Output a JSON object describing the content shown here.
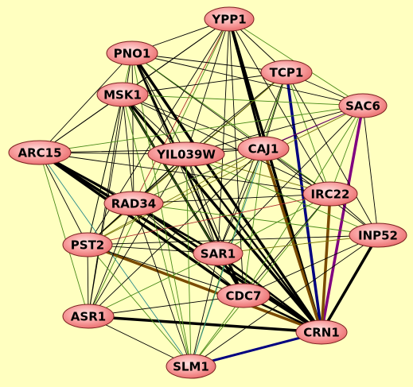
{
  "colors": {
    "background": "#ffffc0",
    "node_fill_center": "#ffd8d8",
    "node_fill_edge": "#f07878",
    "node_stroke": "#7a2020",
    "edge_default": "#000000",
    "edge_green": "#4a8a1a",
    "edge_olive": "#7a7a10",
    "edge_teal": "#2a8a8a",
    "edge_red": "#b03030",
    "edge_purple": "#800080",
    "edge_blue": "#000080",
    "edge_brown": "#7a4a00"
  },
  "nodes": [
    {
      "id": "YPP1",
      "label": "YPP1"
    },
    {
      "id": "PNO1",
      "label": "PNO1"
    },
    {
      "id": "TCP1",
      "label": "TCP1"
    },
    {
      "id": "MSK1",
      "label": "MSK1"
    },
    {
      "id": "SAC6",
      "label": "SAC6"
    },
    {
      "id": "ARC15",
      "label": "ARC15"
    },
    {
      "id": "YIL039W",
      "label": "YIL039W"
    },
    {
      "id": "CAJ1",
      "label": "CAJ1"
    },
    {
      "id": "IRC22",
      "label": "IRC22"
    },
    {
      "id": "RAD34",
      "label": "RAD34"
    },
    {
      "id": "INP52",
      "label": "INP52"
    },
    {
      "id": "PST2",
      "label": "PST2"
    },
    {
      "id": "SAR1",
      "label": "SAR1"
    },
    {
      "id": "CDC7",
      "label": "CDC7"
    },
    {
      "id": "ASR1",
      "label": "ASR1"
    },
    {
      "id": "CRN1",
      "label": "CRN1"
    },
    {
      "id": "SLM1",
      "label": "SLM1"
    }
  ],
  "edges": [
    {
      "source": "YPP1",
      "target": "CRN1",
      "weight": 3,
      "color": "edge_default"
    },
    {
      "source": "PNO1",
      "target": "CRN1",
      "weight": 3,
      "color": "edge_default"
    },
    {
      "source": "MSK1",
      "target": "CRN1",
      "weight": 3,
      "color": "edge_default"
    },
    {
      "source": "ARC15",
      "target": "CRN1",
      "weight": 3,
      "color": "edge_default"
    },
    {
      "source": "ARC15",
      "target": "CDC7",
      "weight": 3,
      "color": "edge_default"
    },
    {
      "source": "ASR1",
      "target": "CRN1",
      "weight": 3,
      "color": "edge_default"
    },
    {
      "source": "INP52",
      "target": "CRN1",
      "weight": 3,
      "color": "edge_default"
    },
    {
      "source": "TCP1",
      "target": "CRN1",
      "weight": 3,
      "color": "edge_blue"
    },
    {
      "source": "SAC6",
      "target": "CRN1",
      "weight": 3,
      "color": "edge_purple"
    },
    {
      "source": "IRC22",
      "target": "CRN1",
      "weight": 3,
      "color": "edge_brown"
    },
    {
      "source": "PST2",
      "target": "CRN1",
      "weight": 3,
      "color": "edge_brown"
    },
    {
      "source": "CAJ1",
      "target": "CRN1",
      "weight": 3,
      "color": "edge_brown"
    },
    {
      "source": "SLM1",
      "target": "CRN1",
      "weight": 2.5,
      "color": "edge_blue"
    },
    {
      "source": "YPP1",
      "target": "CAJ1",
      "weight": 2.5,
      "color": "edge_default"
    },
    {
      "source": "MSK1",
      "target": "CDC7",
      "weight": 2.5,
      "color": "edge_default"
    },
    {
      "source": "RAD34",
      "target": "CRN1",
      "weight": 2.5,
      "color": "edge_default"
    },
    {
      "source": "YIL039W",
      "target": "CRN1",
      "weight": 2,
      "color": "edge_default"
    },
    {
      "source": "ARC15",
      "target": "SAR1",
      "weight": 2,
      "color": "edge_default"
    },
    {
      "source": "PNO1",
      "target": "CDC7",
      "weight": 2,
      "color": "edge_default"
    },
    {
      "source": "SAR1",
      "target": "CRN1",
      "weight": 2,
      "color": "edge_default"
    },
    {
      "source": "CDC7",
      "target": "CRN1",
      "weight": 2,
      "color": "edge_default"
    },
    {
      "source": "YPP1",
      "target": "PNO1",
      "weight": 1,
      "color": "edge_default"
    },
    {
      "source": "YPP1",
      "target": "TCP1",
      "weight": 1,
      "color": "edge_default"
    },
    {
      "source": "YPP1",
      "target": "MSK1",
      "weight": 1,
      "color": "edge_default"
    },
    {
      "source": "YPP1",
      "target": "SAC6",
      "weight": 1,
      "color": "edge_green"
    },
    {
      "source": "YPP1",
      "target": "ARC15",
      "weight": 1,
      "color": "edge_default"
    },
    {
      "source": "YPP1",
      "target": "YIL039W",
      "weight": 1,
      "color": "edge_default"
    },
    {
      "source": "YPP1",
      "target": "RAD34",
      "weight": 1,
      "color": "edge_red"
    },
    {
      "source": "YPP1",
      "target": "SAR1",
      "weight": 1,
      "color": "edge_default"
    },
    {
      "source": "YPP1",
      "target": "IRC22",
      "weight": 1,
      "color": "edge_default"
    },
    {
      "source": "YPP1",
      "target": "PST2",
      "weight": 1,
      "color": "edge_default"
    },
    {
      "source": "YPP1",
      "target": "CDC7",
      "weight": 1,
      "color": "edge_default"
    },
    {
      "source": "YPP1",
      "target": "ASR1",
      "weight": 1,
      "color": "edge_green"
    },
    {
      "source": "PNO1",
      "target": "TCP1",
      "weight": 1,
      "color": "edge_default"
    },
    {
      "source": "PNO1",
      "target": "SAC6",
      "weight": 1,
      "color": "edge_default"
    },
    {
      "source": "PNO1",
      "target": "ARC15",
      "weight": 1,
      "color": "edge_default"
    },
    {
      "source": "PNO1",
      "target": "CAJ1",
      "weight": 1,
      "color": "edge_default"
    },
    {
      "source": "PNO1",
      "target": "IRC22",
      "weight": 1,
      "color": "edge_green"
    },
    {
      "source": "PNO1",
      "target": "YIL039W",
      "weight": 1,
      "color": "edge_default"
    },
    {
      "source": "PNO1",
      "target": "RAD34",
      "weight": 1,
      "color": "edge_default"
    },
    {
      "source": "PNO1",
      "target": "SAR1",
      "weight": 1,
      "color": "edge_default"
    },
    {
      "source": "PNO1",
      "target": "PST2",
      "weight": 1,
      "color": "edge_green"
    },
    {
      "source": "PNO1",
      "target": "ASR1",
      "weight": 1,
      "color": "edge_default"
    },
    {
      "source": "PNO1",
      "target": "SLM1",
      "weight": 1,
      "color": "edge_green"
    },
    {
      "source": "TCP1",
      "target": "MSK1",
      "weight": 1,
      "color": "edge_default"
    },
    {
      "source": "TCP1",
      "target": "SAC6",
      "weight": 1,
      "color": "edge_default"
    },
    {
      "source": "TCP1",
      "target": "CAJ1",
      "weight": 1,
      "color": "edge_default"
    },
    {
      "source": "TCP1",
      "target": "YIL039W",
      "weight": 1,
      "color": "edge_default"
    },
    {
      "source": "TCP1",
      "target": "RAD34",
      "weight": 1,
      "color": "edge_default"
    },
    {
      "source": "TCP1",
      "target": "IRC22",
      "weight": 1,
      "color": "edge_green"
    },
    {
      "source": "TCP1",
      "target": "INP52",
      "weight": 1,
      "color": "edge_default"
    },
    {
      "source": "TCP1",
      "target": "PST2",
      "weight": 1,
      "color": "edge_olive"
    },
    {
      "source": "TCP1",
      "target": "SAR1",
      "weight": 1,
      "color": "edge_default"
    },
    {
      "source": "TCP1",
      "target": "SLM1",
      "weight": 1,
      "color": "edge_green"
    },
    {
      "source": "MSK1",
      "target": "SAC6",
      "weight": 1,
      "color": "edge_green"
    },
    {
      "source": "MSK1",
      "target": "ARC15",
      "weight": 1,
      "color": "edge_default"
    },
    {
      "source": "MSK1",
      "target": "CAJ1",
      "weight": 1,
      "color": "edge_default"
    },
    {
      "source": "MSK1",
      "target": "YIL039W",
      "weight": 1,
      "color": "edge_default"
    },
    {
      "source": "MSK1",
      "target": "RAD34",
      "weight": 1,
      "color": "edge_default"
    },
    {
      "source": "MSK1",
      "target": "PST2",
      "weight": 1,
      "color": "edge_default"
    },
    {
      "source": "MSK1",
      "target": "SAR1",
      "weight": 1,
      "color": "edge_green"
    },
    {
      "source": "MSK1",
      "target": "ASR1",
      "weight": 1,
      "color": "edge_default"
    },
    {
      "source": "MSK1",
      "target": "SLM1",
      "weight": 1,
      "color": "edge_green"
    },
    {
      "source": "MSK1",
      "target": "IRC22",
      "weight": 1,
      "color": "edge_default"
    },
    {
      "source": "SAC6",
      "target": "ARC15",
      "weight": 1,
      "color": "edge_green"
    },
    {
      "source": "SAC6",
      "target": "YIL039W",
      "weight": 1,
      "color": "edge_default"
    },
    {
      "source": "SAC6",
      "target": "CAJ1",
      "weight": 1,
      "color": "edge_default"
    },
    {
      "source": "SAC6",
      "target": "RAD34",
      "weight": 1,
      "color": "edge_purple"
    },
    {
      "source": "SAC6",
      "target": "INP52",
      "weight": 1,
      "color": "edge_default"
    },
    {
      "source": "SAC6",
      "target": "SAR1",
      "weight": 1,
      "color": "edge_default"
    },
    {
      "source": "SAC6",
      "target": "CDC7",
      "weight": 1,
      "color": "edge_green"
    },
    {
      "source": "SAC6",
      "target": "IRC22",
      "weight": 1,
      "color": "edge_green"
    },
    {
      "source": "SAC6",
      "target": "PST2",
      "weight": 1,
      "color": "edge_olive"
    },
    {
      "source": "ARC15",
      "target": "YIL039W",
      "weight": 1,
      "color": "edge_default"
    },
    {
      "source": "ARC15",
      "target": "CAJ1",
      "weight": 1,
      "color": "edge_default"
    },
    {
      "source": "ARC15",
      "target": "RAD34",
      "weight": 1,
      "color": "edge_default"
    },
    {
      "source": "ARC15",
      "target": "PST2",
      "weight": 1,
      "color": "edge_default"
    },
    {
      "source": "ARC15",
      "target": "IRC22",
      "weight": 1,
      "color": "edge_default"
    },
    {
      "source": "ARC15",
      "target": "ASR1",
      "weight": 1,
      "color": "edge_green"
    },
    {
      "source": "ARC15",
      "target": "SLM1",
      "weight": 1,
      "color": "edge_teal"
    },
    {
      "source": "YIL039W",
      "target": "CAJ1",
      "weight": 1,
      "color": "edge_default"
    },
    {
      "source": "YIL039W",
      "target": "RAD34",
      "weight": 1,
      "color": "edge_default"
    },
    {
      "source": "YIL039W",
      "target": "PST2",
      "weight": 1,
      "color": "edge_default"
    },
    {
      "source": "YIL039W",
      "target": "SAR1",
      "weight": 1,
      "color": "edge_default"
    },
    {
      "source": "YIL039W",
      "target": "CDC7",
      "weight": 1,
      "color": "edge_default"
    },
    {
      "source": "YIL039W",
      "target": "ASR1",
      "weight": 1,
      "color": "edge_default"
    },
    {
      "source": "YIL039W",
      "target": "SLM1",
      "weight": 1,
      "color": "edge_green"
    },
    {
      "source": "YIL039W",
      "target": "IRC22",
      "weight": 1,
      "color": "edge_olive"
    },
    {
      "source": "YIL039W",
      "target": "INP52",
      "weight": 1,
      "color": "edge_green"
    },
    {
      "source": "CAJ1",
      "target": "IRC22",
      "weight": 1,
      "color": "edge_default"
    },
    {
      "source": "CAJ1",
      "target": "RAD34",
      "weight": 1,
      "color": "edge_green"
    },
    {
      "source": "CAJ1",
      "target": "INP52",
      "weight": 1,
      "color": "edge_default"
    },
    {
      "source": "CAJ1",
      "target": "PST2",
      "weight": 1,
      "color": "edge_olive"
    },
    {
      "source": "CAJ1",
      "target": "SAR1",
      "weight": 1,
      "color": "edge_default"
    },
    {
      "source": "CAJ1",
      "target": "CDC7",
      "weight": 1,
      "color": "edge_green"
    },
    {
      "source": "CAJ1",
      "target": "ASR1",
      "weight": 1,
      "color": "edge_default"
    },
    {
      "source": "CAJ1",
      "target": "SLM1",
      "weight": 1,
      "color": "edge_teal"
    },
    {
      "source": "IRC22",
      "target": "RAD34",
      "weight": 1,
      "color": "edge_default"
    },
    {
      "source": "IRC22",
      "target": "INP52",
      "weight": 1,
      "color": "edge_default"
    },
    {
      "source": "IRC22",
      "target": "SAR1",
      "weight": 1,
      "color": "edge_green"
    },
    {
      "source": "IRC22",
      "target": "CDC7",
      "weight": 1,
      "color": "edge_default"
    },
    {
      "source": "IRC22",
      "target": "PST2",
      "weight": 1,
      "color": "edge_red"
    },
    {
      "source": "IRC22",
      "target": "SLM1",
      "weight": 1,
      "color": "edge_green"
    },
    {
      "source": "RAD34",
      "target": "INP52",
      "weight": 1,
      "color": "edge_green"
    },
    {
      "source": "RAD34",
      "target": "PST2",
      "weight": 1,
      "color": "edge_default"
    },
    {
      "source": "RAD34",
      "target": "SAR1",
      "weight": 1,
      "color": "edge_default"
    },
    {
      "source": "RAD34",
      "target": "CDC7",
      "weight": 1,
      "color": "edge_default"
    },
    {
      "source": "RAD34",
      "target": "ASR1",
      "weight": 1,
      "color": "edge_default"
    },
    {
      "source": "RAD34",
      "target": "SLM1",
      "weight": 1,
      "color": "edge_default"
    },
    {
      "source": "INP52",
      "target": "PST2",
      "weight": 1,
      "color": "edge_default"
    },
    {
      "source": "INP52",
      "target": "SAR1",
      "weight": 1,
      "color": "edge_olive"
    },
    {
      "source": "INP52",
      "target": "CDC7",
      "weight": 1,
      "color": "edge_default"
    },
    {
      "source": "INP52",
      "target": "SLM1",
      "weight": 1,
      "color": "edge_default"
    },
    {
      "source": "PST2",
      "target": "SAR1",
      "weight": 1,
      "color": "edge_default"
    },
    {
      "source": "PST2",
      "target": "CDC7",
      "weight": 1,
      "color": "edge_default"
    },
    {
      "source": "PST2",
      "target": "ASR1",
      "weight": 1,
      "color": "edge_default"
    },
    {
      "source": "PST2",
      "target": "SLM1",
      "weight": 1,
      "color": "edge_green"
    },
    {
      "source": "SAR1",
      "target": "CDC7",
      "weight": 1,
      "color": "edge_default"
    },
    {
      "source": "SAR1",
      "target": "ASR1",
      "weight": 1,
      "color": "edge_green"
    },
    {
      "source": "SAR1",
      "target": "SLM1",
      "weight": 1,
      "color": "edge_default"
    },
    {
      "source": "CDC7",
      "target": "ASR1",
      "weight": 1,
      "color": "edge_default"
    },
    {
      "source": "CDC7",
      "target": "SLM1",
      "weight": 1,
      "color": "edge_green"
    },
    {
      "source": "ASR1",
      "target": "SLM1",
      "weight": 1,
      "color": "edge_default"
    }
  ]
}
